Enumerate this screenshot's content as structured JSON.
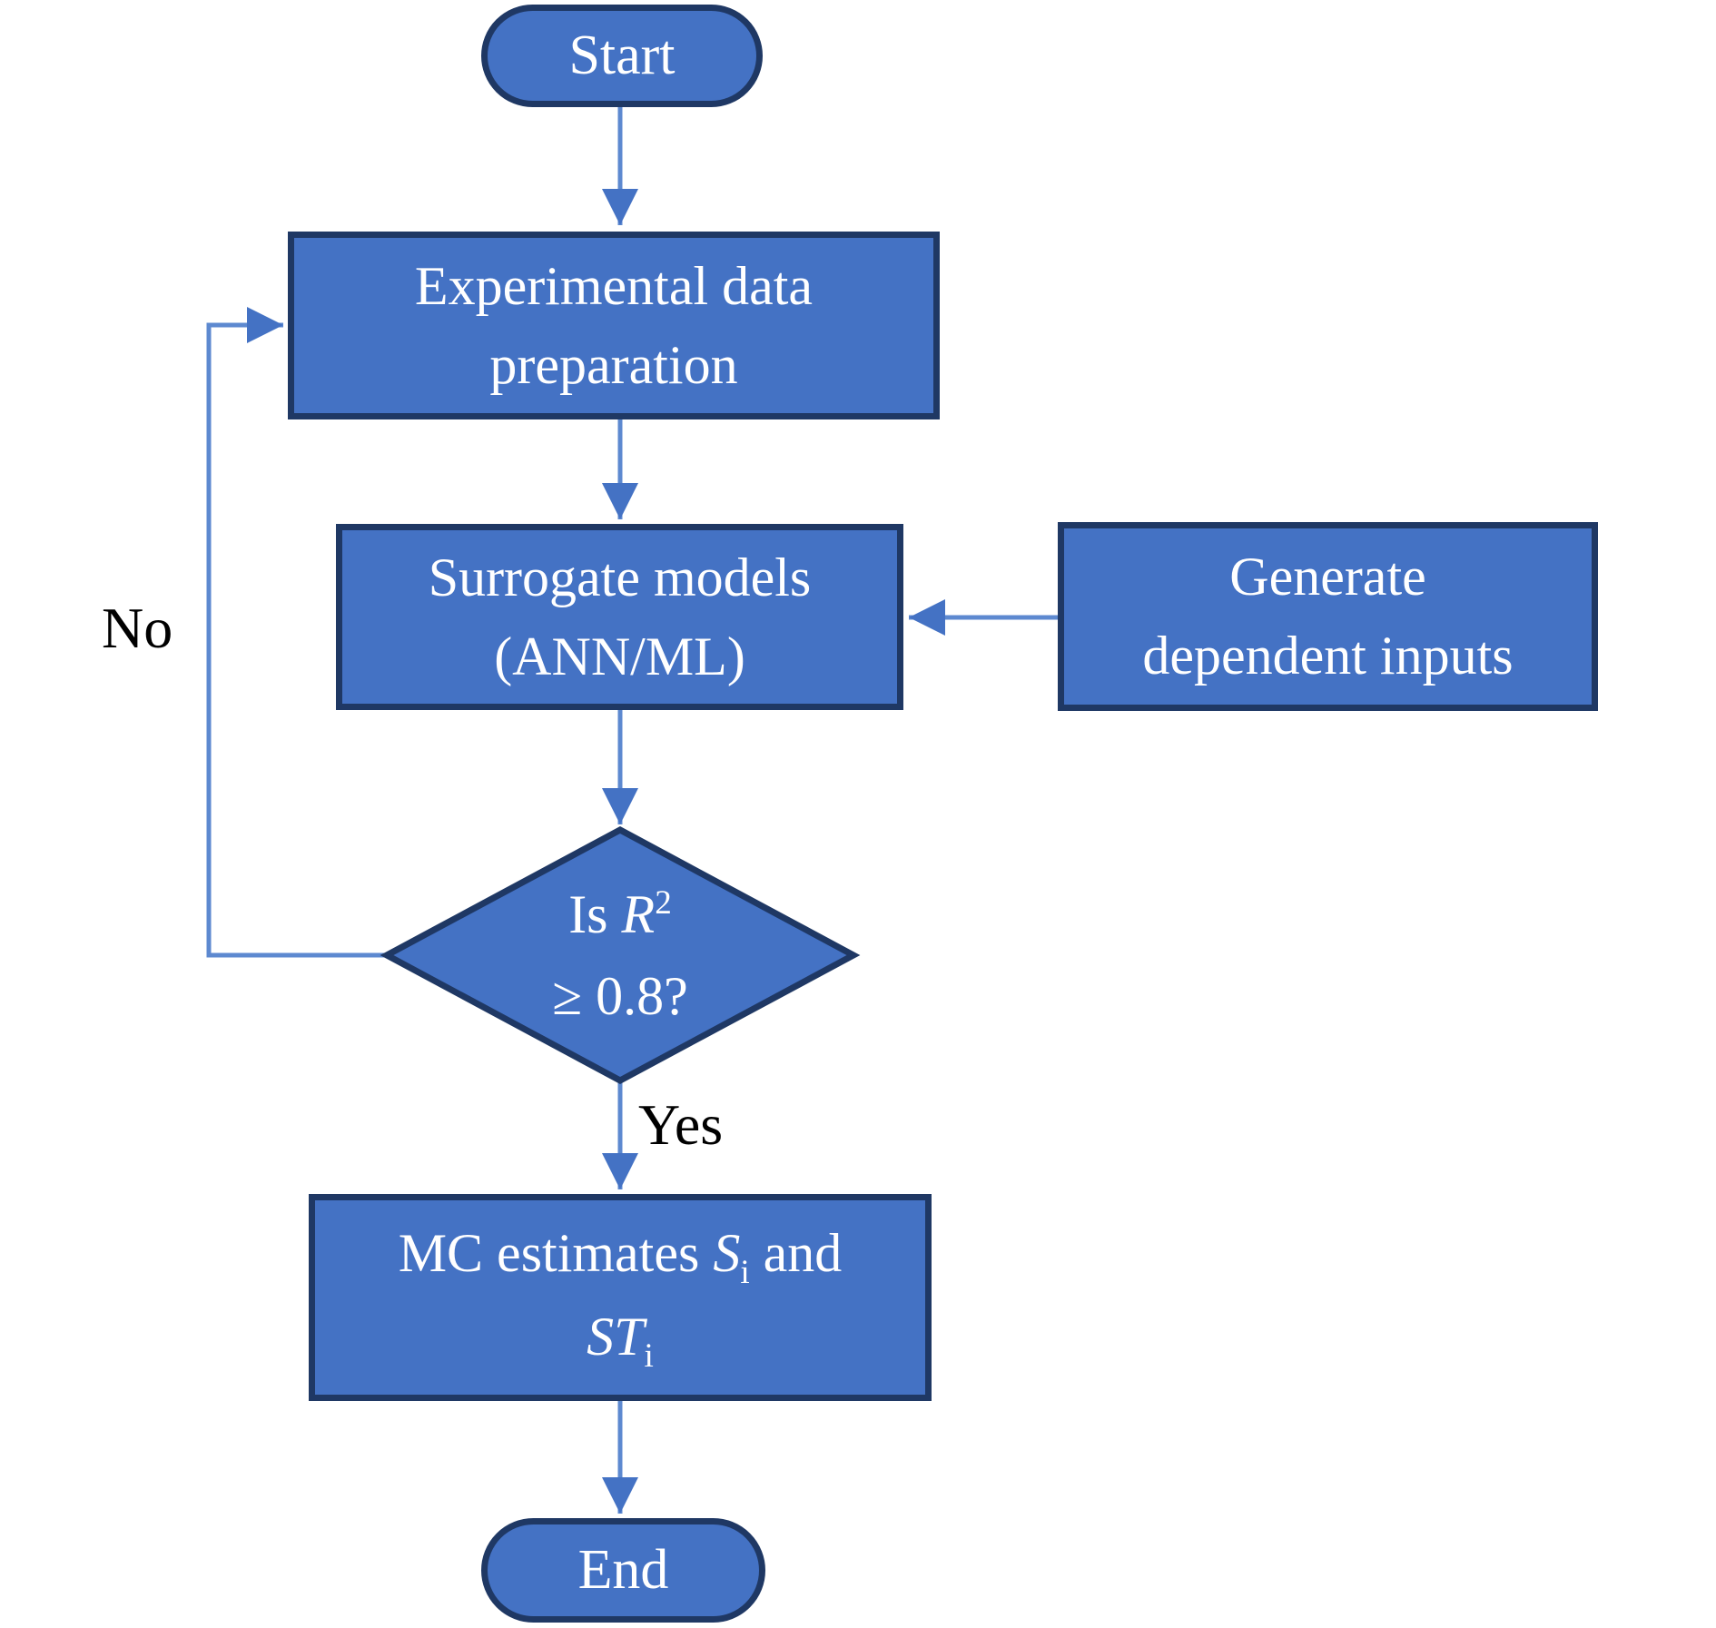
{
  "nodes": {
    "start": {
      "label": "Start"
    },
    "experimental": {
      "label": "Experimental data\npreparation"
    },
    "surrogate": {
      "label": "Surrogate models\n(ANN/ML)"
    },
    "generate": {
      "label": "Generate\ndependent inputs"
    },
    "decision": {
      "line1_prefix": "Is ",
      "line1_variable": "R",
      "line1_exponent": "2",
      "line2": "≥ 0.8?"
    },
    "mc": {
      "line1_prefix": "MC estimates ",
      "line1_variable": "S",
      "line1_subscript": "i",
      "line1_suffix": " and",
      "line2_variable": "ST",
      "line2_subscript": "i"
    },
    "end": {
      "label": "End"
    }
  },
  "edge_labels": {
    "yes": "Yes",
    "no": "No"
  },
  "colors": {
    "node_fill": "#4472C4",
    "node_border": "#1F3864",
    "node_text": "#FFFFFF",
    "connector": "#5D89D0",
    "arrowhead": "#4472C4",
    "label_text": "#000000"
  }
}
